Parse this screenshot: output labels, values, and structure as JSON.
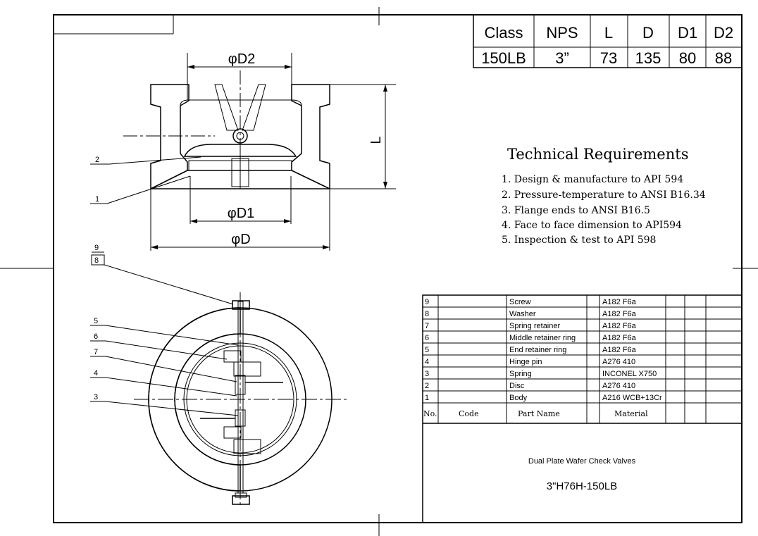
{
  "spec_table": {
    "headers": [
      "Class",
      "NPS",
      "L",
      "D",
      "D1",
      "D2"
    ],
    "values": [
      "150LB",
      "3”",
      "73",
      "135",
      "80",
      "88"
    ]
  },
  "tech": {
    "title": "Technical Requirements",
    "items": [
      "1. Design & manufacture to API 594",
      "2. Pressure-temperature to ANSI B16.34",
      "3. Flange ends to ANSI B16.5",
      "4. Face to face dimension to API594",
      "5. Inspection & test to API 598"
    ]
  },
  "dims": {
    "d2": "φD2",
    "d1": "φD1",
    "d": "φD",
    "l": "L"
  },
  "balloons": {
    "section": [
      "2",
      "1"
    ],
    "plan": [
      "9",
      "8",
      "5",
      "6",
      "7",
      "4",
      "3"
    ]
  },
  "bom": {
    "rows": [
      {
        "no": "9",
        "code": "",
        "name": "Screw",
        "material": "A182 F6a"
      },
      {
        "no": "8",
        "code": "",
        "name": "Washer",
        "material": "A182 F6a"
      },
      {
        "no": "7",
        "code": "",
        "name": "Spring retainer",
        "material": "A182 F6a"
      },
      {
        "no": "6",
        "code": "",
        "name": "Middle retainer ring",
        "material": "A182 F6a"
      },
      {
        "no": "5",
        "code": "",
        "name": "End retainer ring",
        "material": "A182 F6a"
      },
      {
        "no": "4",
        "code": "",
        "name": "Hinge pin",
        "material": "A276 410"
      },
      {
        "no": "3",
        "code": "",
        "name": "Spring",
        "material": "INCONEL X750"
      },
      {
        "no": "2",
        "code": "",
        "name": "Disc",
        "material": "A276 410"
      },
      {
        "no": "1",
        "code": "",
        "name": "Body",
        "material": "A216 WCB+13Cr"
      }
    ],
    "header": {
      "no": "No.",
      "code": "Code",
      "name": "Part Name",
      "material": "Material"
    }
  },
  "title_block": {
    "product": "Dual Plate Wafer Check Valves",
    "model": "3\"H76H-150LB"
  }
}
